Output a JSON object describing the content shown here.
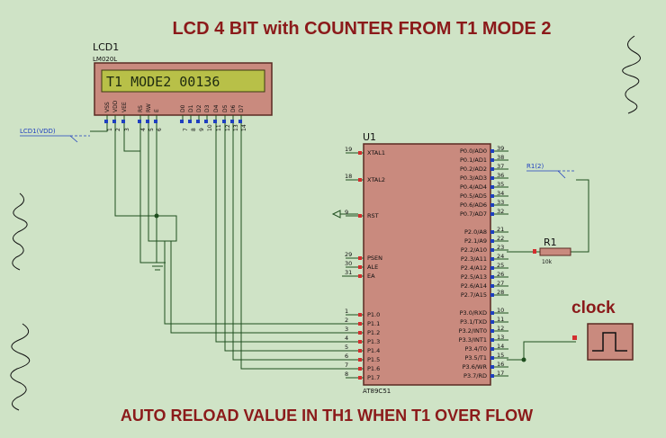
{
  "titles": {
    "top": "LCD  4 BIT with COUNTER FROM T1 MODE 2",
    "bottom": "AUTO RELOAD  VALUE IN TH1  WHEN T1  OVER FLOW"
  },
  "lcd": {
    "ref": "LCD1",
    "part": "LM020L",
    "display": "T1 MODE2 00136",
    "vdd_label": "LCD1(VDD)",
    "pins": [
      {
        "name": "VSS",
        "num": "1"
      },
      {
        "name": "VDD",
        "num": "2"
      },
      {
        "name": "VEE",
        "num": "3"
      },
      {
        "name": "RS",
        "num": "4"
      },
      {
        "name": "RW",
        "num": "5"
      },
      {
        "name": "E",
        "num": "6"
      },
      {
        "name": "D0",
        "num": "7"
      },
      {
        "name": "D1",
        "num": "8"
      },
      {
        "name": "D2",
        "num": "9"
      },
      {
        "name": "D3",
        "num": "10"
      },
      {
        "name": "D4",
        "num": "11"
      },
      {
        "name": "D5",
        "num": "12"
      },
      {
        "name": "D6",
        "num": "13"
      },
      {
        "name": "D7",
        "num": "14"
      }
    ]
  },
  "mcu": {
    "ref": "U1",
    "part": "AT89C51",
    "left_pins": [
      {
        "num": "19",
        "name": "XTAL1"
      },
      {
        "num": "18",
        "name": "XTAL2"
      },
      {
        "num": "9",
        "name": "RST"
      },
      {
        "num": "29",
        "name": "PSEN"
      },
      {
        "num": "30",
        "name": "ALE"
      },
      {
        "num": "31",
        "name": "EA"
      },
      {
        "num": "1",
        "name": "P1.0"
      },
      {
        "num": "2",
        "name": "P1.1"
      },
      {
        "num": "3",
        "name": "P1.2"
      },
      {
        "num": "4",
        "name": "P1.3"
      },
      {
        "num": "5",
        "name": "P1.4"
      },
      {
        "num": "6",
        "name": "P1.5"
      },
      {
        "num": "7",
        "name": "P1.6"
      },
      {
        "num": "8",
        "name": "P1.7"
      }
    ],
    "right_pins": [
      {
        "num": "39",
        "name": "P0.0/AD0"
      },
      {
        "num": "38",
        "name": "P0.1/AD1"
      },
      {
        "num": "37",
        "name": "P0.2/AD2"
      },
      {
        "num": "36",
        "name": "P0.3/AD3"
      },
      {
        "num": "35",
        "name": "P0.4/AD4"
      },
      {
        "num": "34",
        "name": "P0.5/AD5"
      },
      {
        "num": "33",
        "name": "P0.6/AD6"
      },
      {
        "num": "32",
        "name": "P0.7/AD7"
      },
      {
        "num": "21",
        "name": "P2.0/A8"
      },
      {
        "num": "22",
        "name": "P2.1/A9"
      },
      {
        "num": "23",
        "name": "P2.2/A10"
      },
      {
        "num": "24",
        "name": "P2.3/A11"
      },
      {
        "num": "25",
        "name": "P2.4/A12"
      },
      {
        "num": "26",
        "name": "P2.5/A13"
      },
      {
        "num": "27",
        "name": "P2.6/A14"
      },
      {
        "num": "28",
        "name": "P2.7/A15"
      },
      {
        "num": "10",
        "name": "P3.0/RXD"
      },
      {
        "num": "11",
        "name": "P3.1/TXD"
      },
      {
        "num": "12",
        "name": "P3.2/INT0"
      },
      {
        "num": "13",
        "name": "P3.3/INT1"
      },
      {
        "num": "14",
        "name": "P3.4/T0"
      },
      {
        "num": "15",
        "name": "P3.5/T1"
      },
      {
        "num": "16",
        "name": "P3.6/WR"
      },
      {
        "num": "17",
        "name": "P3.7/RD"
      }
    ]
  },
  "r1": {
    "ref": "R1",
    "value": "10k",
    "terminal_label": "R1(2)"
  },
  "clock": {
    "label": "clock"
  },
  "colors": {
    "background": "#cfe3c6",
    "title": "#8b1a1a",
    "component": "#c98a7e",
    "wire": "#1f4f1f",
    "net_label": "#1f3fbf",
    "pin_marker": "#d32f2f"
  }
}
